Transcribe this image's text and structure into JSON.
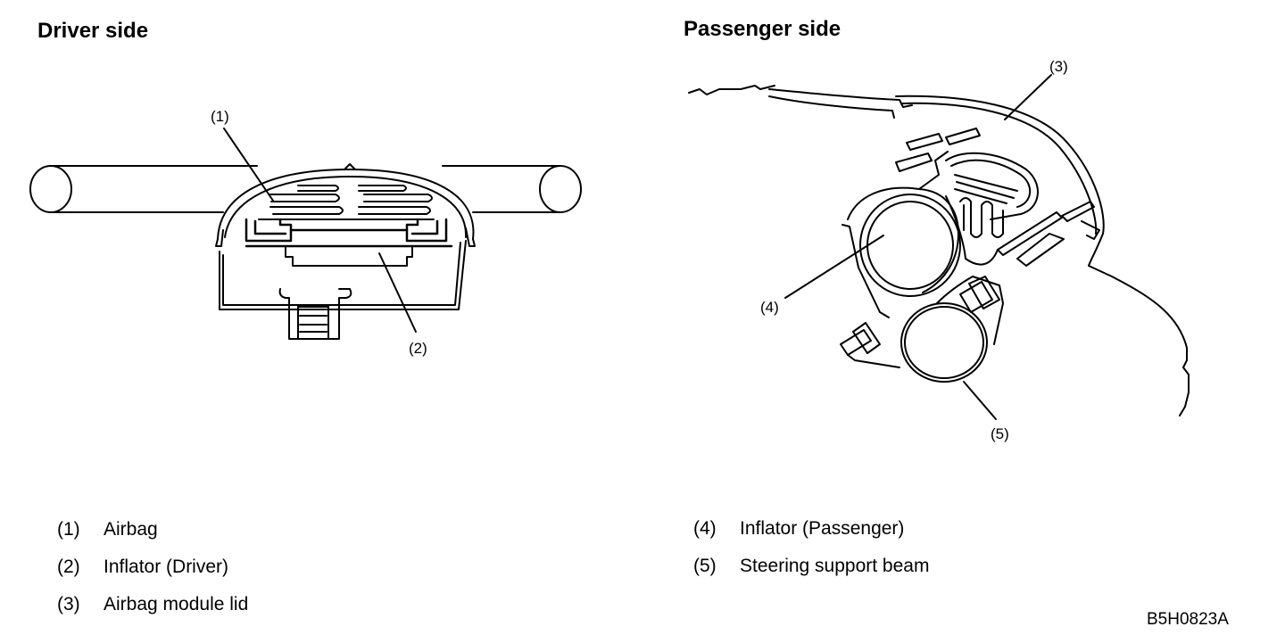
{
  "driver": {
    "heading": "Driver side",
    "callouts": [
      "(1)",
      "(2)"
    ]
  },
  "passenger": {
    "heading": "Passenger side",
    "callouts": [
      "(3)",
      "(4)",
      "(5)"
    ]
  },
  "legend_left": [
    {
      "num": "(1)",
      "text": "Airbag"
    },
    {
      "num": "(2)",
      "text": "Inflator (Driver)"
    },
    {
      "num": "(3)",
      "text": "Airbag module lid"
    }
  ],
  "legend_right": [
    {
      "num": "(4)",
      "text": "Inflator (Passenger)"
    },
    {
      "num": "(5)",
      "text": "Steering support beam"
    }
  ],
  "figure_code": "B5H0823A"
}
